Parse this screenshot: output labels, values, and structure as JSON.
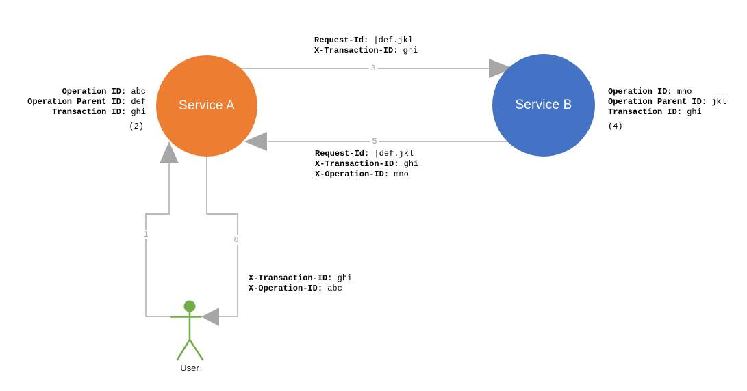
{
  "diagram": {
    "colors": {
      "service_a": "#ED7D31",
      "service_b": "#4472C4",
      "user": "#70AD47",
      "connector": "#A6A6A6",
      "step_number": "#A6A6A6",
      "text": "#000000",
      "node_label": "#FFFFFF",
      "background": "#FFFFFF"
    },
    "nodes": {
      "service_a": {
        "label": "Service A",
        "info": {
          "lines": [
            {
              "label": "Operation ID:",
              "value": "abc"
            },
            {
              "label": "Operation Parent ID:",
              "value": "def"
            },
            {
              "label": "Transaction ID:",
              "value": "ghi"
            }
          ],
          "count": "(2)"
        }
      },
      "service_b": {
        "label": "Service B",
        "info": {
          "lines": [
            {
              "label": "Operation ID:",
              "value": "mno"
            },
            {
              "label": "Operation Parent ID:",
              "value": "jkl"
            },
            {
              "label": "Transaction ID:",
              "value": "ghi"
            }
          ],
          "count": "(4)"
        }
      },
      "user": {
        "label": "User"
      }
    },
    "arrows": {
      "user_to_a": {
        "number": "1",
        "headers": []
      },
      "a_to_b": {
        "number": "3",
        "headers": [
          {
            "label": "Request-Id:",
            "value": "|def.jkl"
          },
          {
            "label": "X-Transaction-ID:",
            "value": "ghi"
          }
        ]
      },
      "b_to_a": {
        "number": "5",
        "headers": [
          {
            "label": "Request-Id:",
            "value": "|def.jkl"
          },
          {
            "label": "X-Transaction-ID:",
            "value": "ghi"
          },
          {
            "label": "X-Operation-ID:",
            "value": "mno"
          }
        ]
      },
      "a_to_user": {
        "number": "6",
        "headers": [
          {
            "label": "X-Transaction-ID:",
            "value": "ghi"
          },
          {
            "label": "X-Operation-ID:",
            "value": "abc"
          }
        ]
      }
    }
  }
}
